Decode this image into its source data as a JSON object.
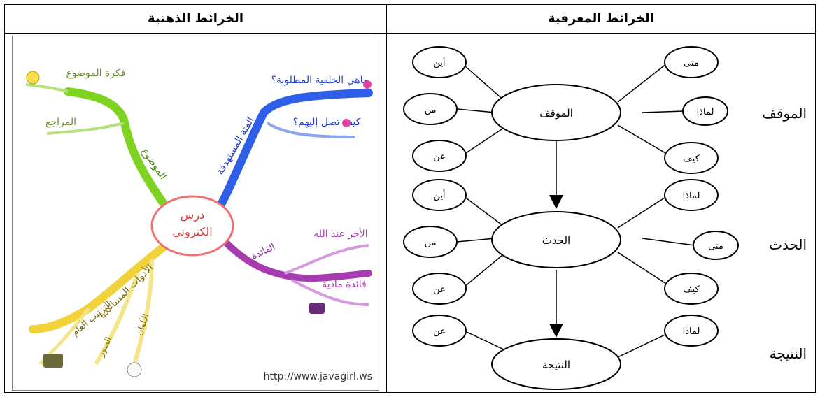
{
  "headers": {
    "mind_maps": "الخرائط الذهنية",
    "knowledge_maps": "الخرائط المعرفية"
  },
  "mind_map": {
    "center": [
      "درس",
      "الكتروني"
    ],
    "branches": {
      "topic": "الموضوع",
      "audience": "الفئة المستهدفة",
      "benefit": "الفائدة",
      "tools": "الأدوات المساعدة"
    },
    "leaves": {
      "topic_idea": "فكرة الموضوع",
      "references": "المراجع",
      "background": "ماهي الخلفية المطلوبة؟",
      "reach": "كيف تصل إليهم؟",
      "reward": "الأجر عند الله",
      "material": "فائدة مادية",
      "order": "الترتيب العام",
      "images": "الصور",
      "colors": "الألوان"
    },
    "url": "http://www.javagirl.ws",
    "colors": {
      "topic": "#7ed321",
      "audience": "#2f5fe8",
      "benefit": "#a63cb0",
      "tools": "#f2d23a",
      "center": "#f07070"
    }
  },
  "knowledge_map": {
    "nodes": {
      "situation": "الموقف",
      "event": "الحدث",
      "result": "النتيجة"
    },
    "side_labels": [
      "الموقف",
      "الحدث",
      "النتيجة"
    ],
    "questions": {
      "where": "أين",
      "who": "من",
      "about": "عن",
      "when": "متى",
      "why": "لماذا",
      "how": "كيف"
    }
  }
}
